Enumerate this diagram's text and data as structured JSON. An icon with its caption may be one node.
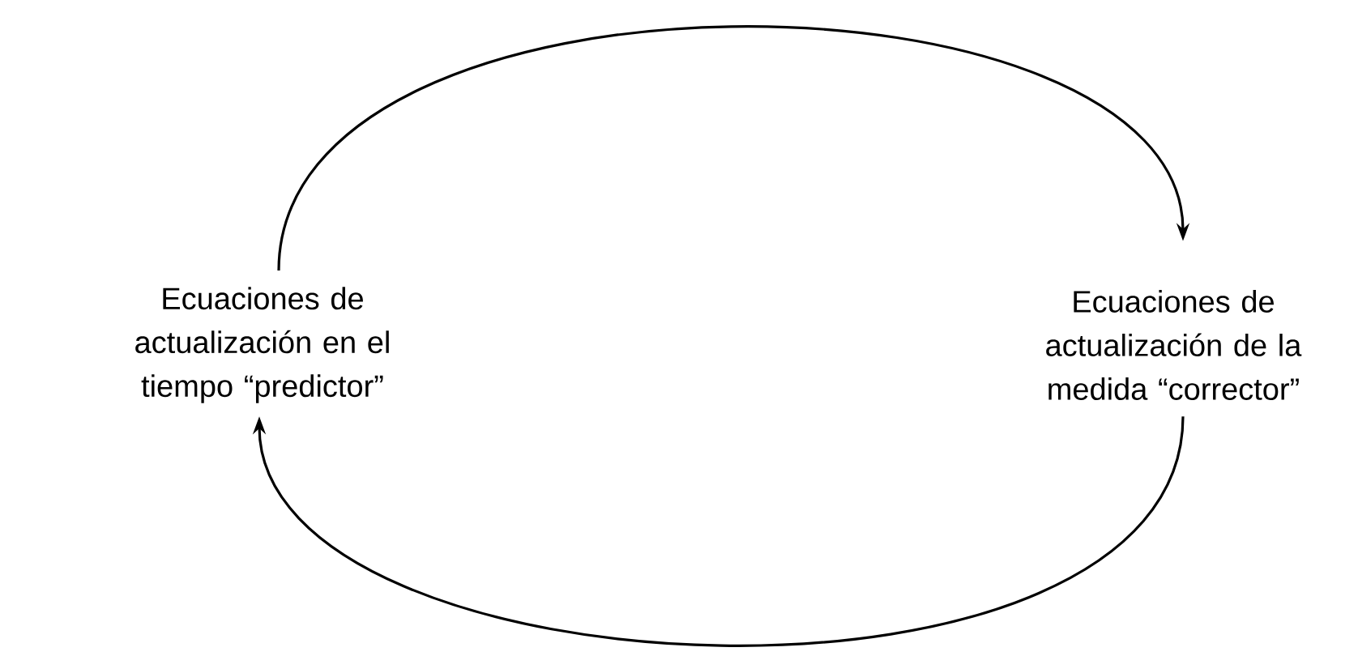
{
  "diagram": {
    "nodes": [
      {
        "text": [
          "Ecuaciones de actualización en el tiempo “predictor”"
        ]
      },
      {
        "text": [
          "Ecuaciones de actualización de la medida “corrector”"
        ]
      }
    ],
    "edges": [
      {
        "from": 0,
        "to": 1,
        "arrow": "to"
      },
      {
        "from": 1,
        "to": 0,
        "arrow": "to"
      }
    ]
  }
}
